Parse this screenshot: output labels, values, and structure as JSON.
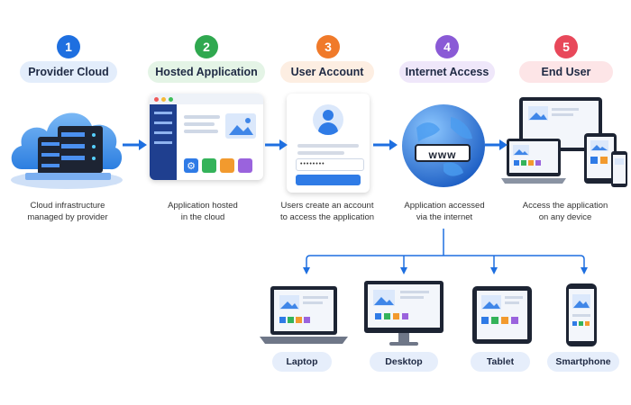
{
  "steps": [
    {
      "num": "1",
      "title": "Provider Cloud",
      "desc_line1": "Cloud infrastructure",
      "desc_line2": "managed by provider",
      "color": "#1e6fe0",
      "pill_bg": "#e3edfb"
    },
    {
      "num": "2",
      "title": "Hosted Application",
      "desc_line1": "Application hosted",
      "desc_line2": "in the cloud",
      "color": "#2fa84f",
      "pill_bg": "#e4f4e6"
    },
    {
      "num": "3",
      "title": "User Account",
      "desc_line1": "Users create an account",
      "desc_line2": "to access the application",
      "color": "#f07a2a",
      "pill_bg": "#fdeee2"
    },
    {
      "num": "4",
      "title": "Internet Access",
      "desc_line1": "Application accessed",
      "desc_line2": "via the internet",
      "color": "#8a5ad6",
      "pill_bg": "#efe7fa"
    },
    {
      "num": "5",
      "title": "End User",
      "desc_line1": "Access the application",
      "desc_line2": "on any device",
      "color": "#e8485a",
      "pill_bg": "#fde5e7"
    }
  ],
  "globe_text": "www",
  "password_mask": "••••••••",
  "devices": [
    {
      "label": "Laptop"
    },
    {
      "label": "Desktop"
    },
    {
      "label": "Tablet"
    },
    {
      "label": "Smartphone"
    }
  ],
  "colors": {
    "accent": "#1e6fe0",
    "arrow": "#1e6fe0",
    "device_dark": "#1d2433"
  }
}
